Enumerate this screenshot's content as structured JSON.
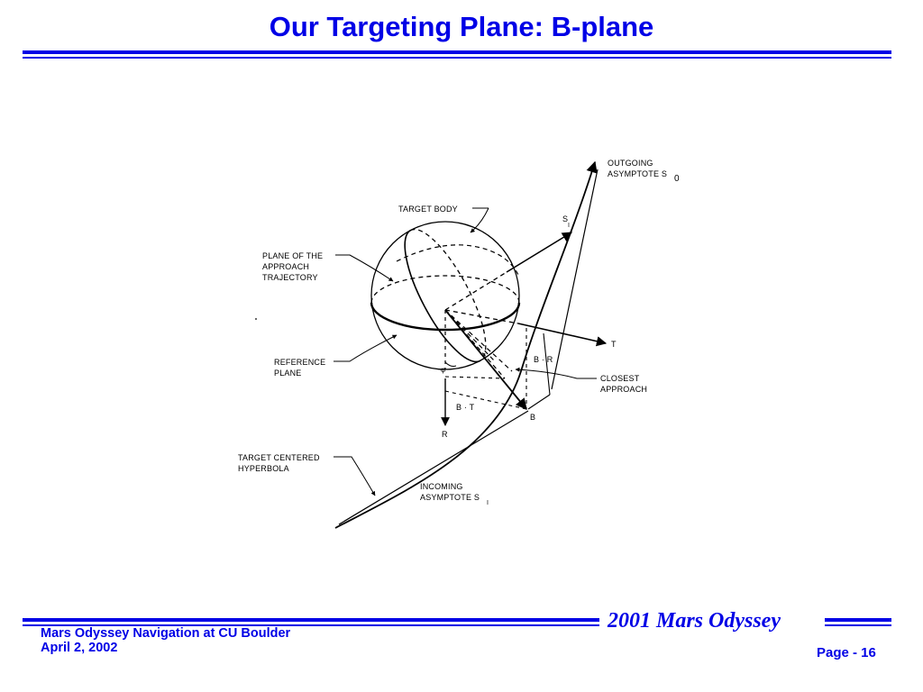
{
  "slide": {
    "title": "Our Targeting Plane: B-plane"
  },
  "diagram": {
    "labels": {
      "outgoing_asymptote": [
        "OUTGOING",
        "ASYMPTOTE S"
      ],
      "outgoing_subscript": "0",
      "target_body": "TARGET BODY",
      "s_label": "S",
      "s_subscript": "I",
      "plane_of_approach": [
        "PLANE OF THE",
        "APPROACH",
        "TRAJECTORY"
      ],
      "t_axis": "T",
      "reference_plane": [
        "REFERENCE",
        "PLANE"
      ],
      "b_dot_r": "B · R",
      "closest_approach": [
        "CLOSEST",
        "APPROACH"
      ],
      "phi": "φ",
      "b_dot_t": "B · T",
      "b_point": "B",
      "r_axis": "R",
      "target_centered_hyperbola": [
        "TARGET CENTERED",
        "HYPERBOLA"
      ],
      "incoming_asymptote": [
        "INCOMING",
        "ASYMPTOTE S"
      ],
      "incoming_subscript": "I"
    }
  },
  "footer": {
    "left_line1": "Mars Odyssey Navigation at CU Boulder",
    "left_line2": "April 2, 2002",
    "brand": "2001 Mars Odyssey",
    "page": "Page - 16"
  },
  "colors": {
    "accent": "#0000e6",
    "ink": "#000000"
  }
}
